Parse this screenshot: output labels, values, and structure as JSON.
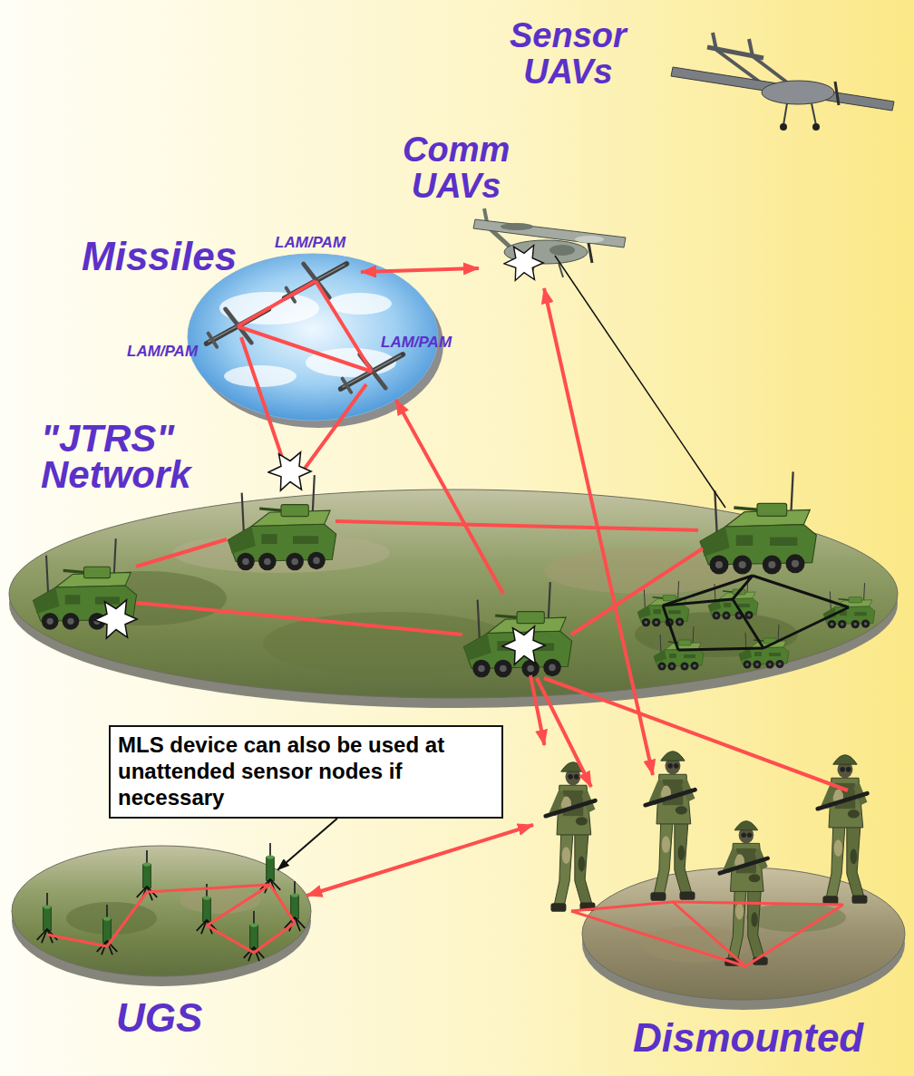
{
  "diagram": {
    "nodes": [
      {
        "text": [
          "Missiles",
          "LAM/PAM",
          "LAM/PAM",
          "LAM/PAM"
        ]
      },
      {
        "text": [
          "\"JTRS\" Network"
        ]
      },
      {
        "text": [
          "MLS device can also be used at unattended sensor nodes if necessary"
        ]
      },
      {
        "text": [
          "UGS"
        ]
      },
      {
        "text": [
          "Dismounted"
        ]
      }
    ],
    "edges": [
      {
        "from": 1,
        "to": 0,
        "arrow": "to"
      },
      {
        "from": 1,
        "to": 4,
        "arrow": "to"
      },
      {
        "from": 3,
        "to": 4,
        "arrow": "both"
      },
      {
        "from": 2,
        "to": 3,
        "arrow": "to"
      }
    ],
    "labels": [
      "Sensor UAVs",
      "Comm UAVs"
    ]
  }
}
